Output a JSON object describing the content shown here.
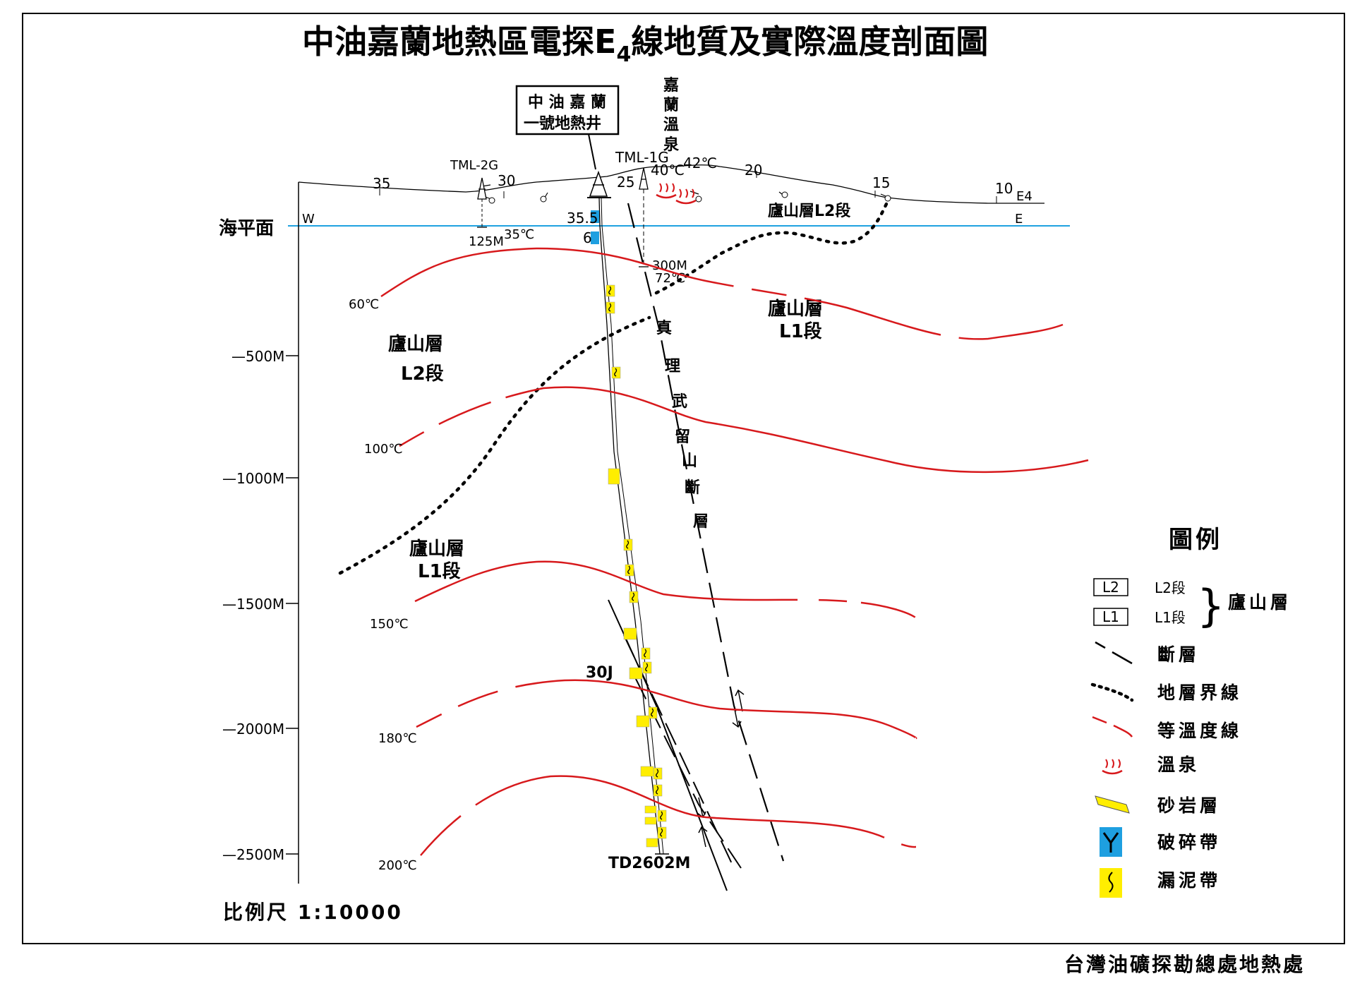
{
  "title": "中油嘉蘭地熱區電探E",
  "title_sub": "4",
  "title_rest": "線地質及實際溫度剖面圖",
  "well_box": {
    "line1": "中 油 嘉 蘭",
    "line2": "一號地熱井"
  },
  "spring_name": [
    "嘉",
    "蘭",
    "溫",
    "泉"
  ],
  "surface_numbers": [
    "35",
    "30",
    "25",
    "20",
    "15",
    "10"
  ],
  "tml2g": "TML-2G",
  "tml1g": "TML-1G",
  "spring_temps": [
    "40℃",
    "42℃"
  ],
  "e4": "E4",
  "west": "W",
  "east": "E",
  "sea_level": "海平面",
  "tml2g_depth": "125M",
  "tml2g_temp": "35℃",
  "well_temps": [
    "35.5",
    "6"
  ],
  "tml1g_depth": "300M",
  "tml1g_temp": "72℃",
  "formation_labels": {
    "upper_right": [
      "廬山層",
      "L1段"
    ],
    "upper_left": [
      "廬山層",
      "L2段"
    ],
    "lower_left": [
      "廬山層",
      "L1段"
    ],
    "surface_right": "廬山層L2段"
  },
  "fault_name": [
    "真",
    "理",
    "武",
    "留",
    "山",
    "斷",
    "層"
  ],
  "isotherms": [
    "60℃",
    "100℃",
    "150℃",
    "180℃",
    "200℃"
  ],
  "depths": [
    "—500M",
    "—1000M",
    "—1500M",
    "—2000M",
    "—2500M"
  ],
  "td": "TD2602M",
  "depth_mark": "30J",
  "scale": "比例尺  1:10000",
  "legend": {
    "title": "圖例",
    "l2_box": "L2",
    "l1_box": "L1",
    "l2_label": "L2段",
    "l1_label": "L1段",
    "group": "廬山層",
    "items": [
      "斷層",
      "地層界線",
      "等溫度線",
      "溫泉",
      "砂岩層",
      "破碎帶",
      "漏泥帶"
    ]
  },
  "colors": {
    "isotherm": "#d7191c",
    "sea": "#1fa2e0",
    "sandstone": "#ffee00",
    "fracture": "#1e9fe0"
  },
  "signature": "台灣油礦探勘總處地熱處"
}
